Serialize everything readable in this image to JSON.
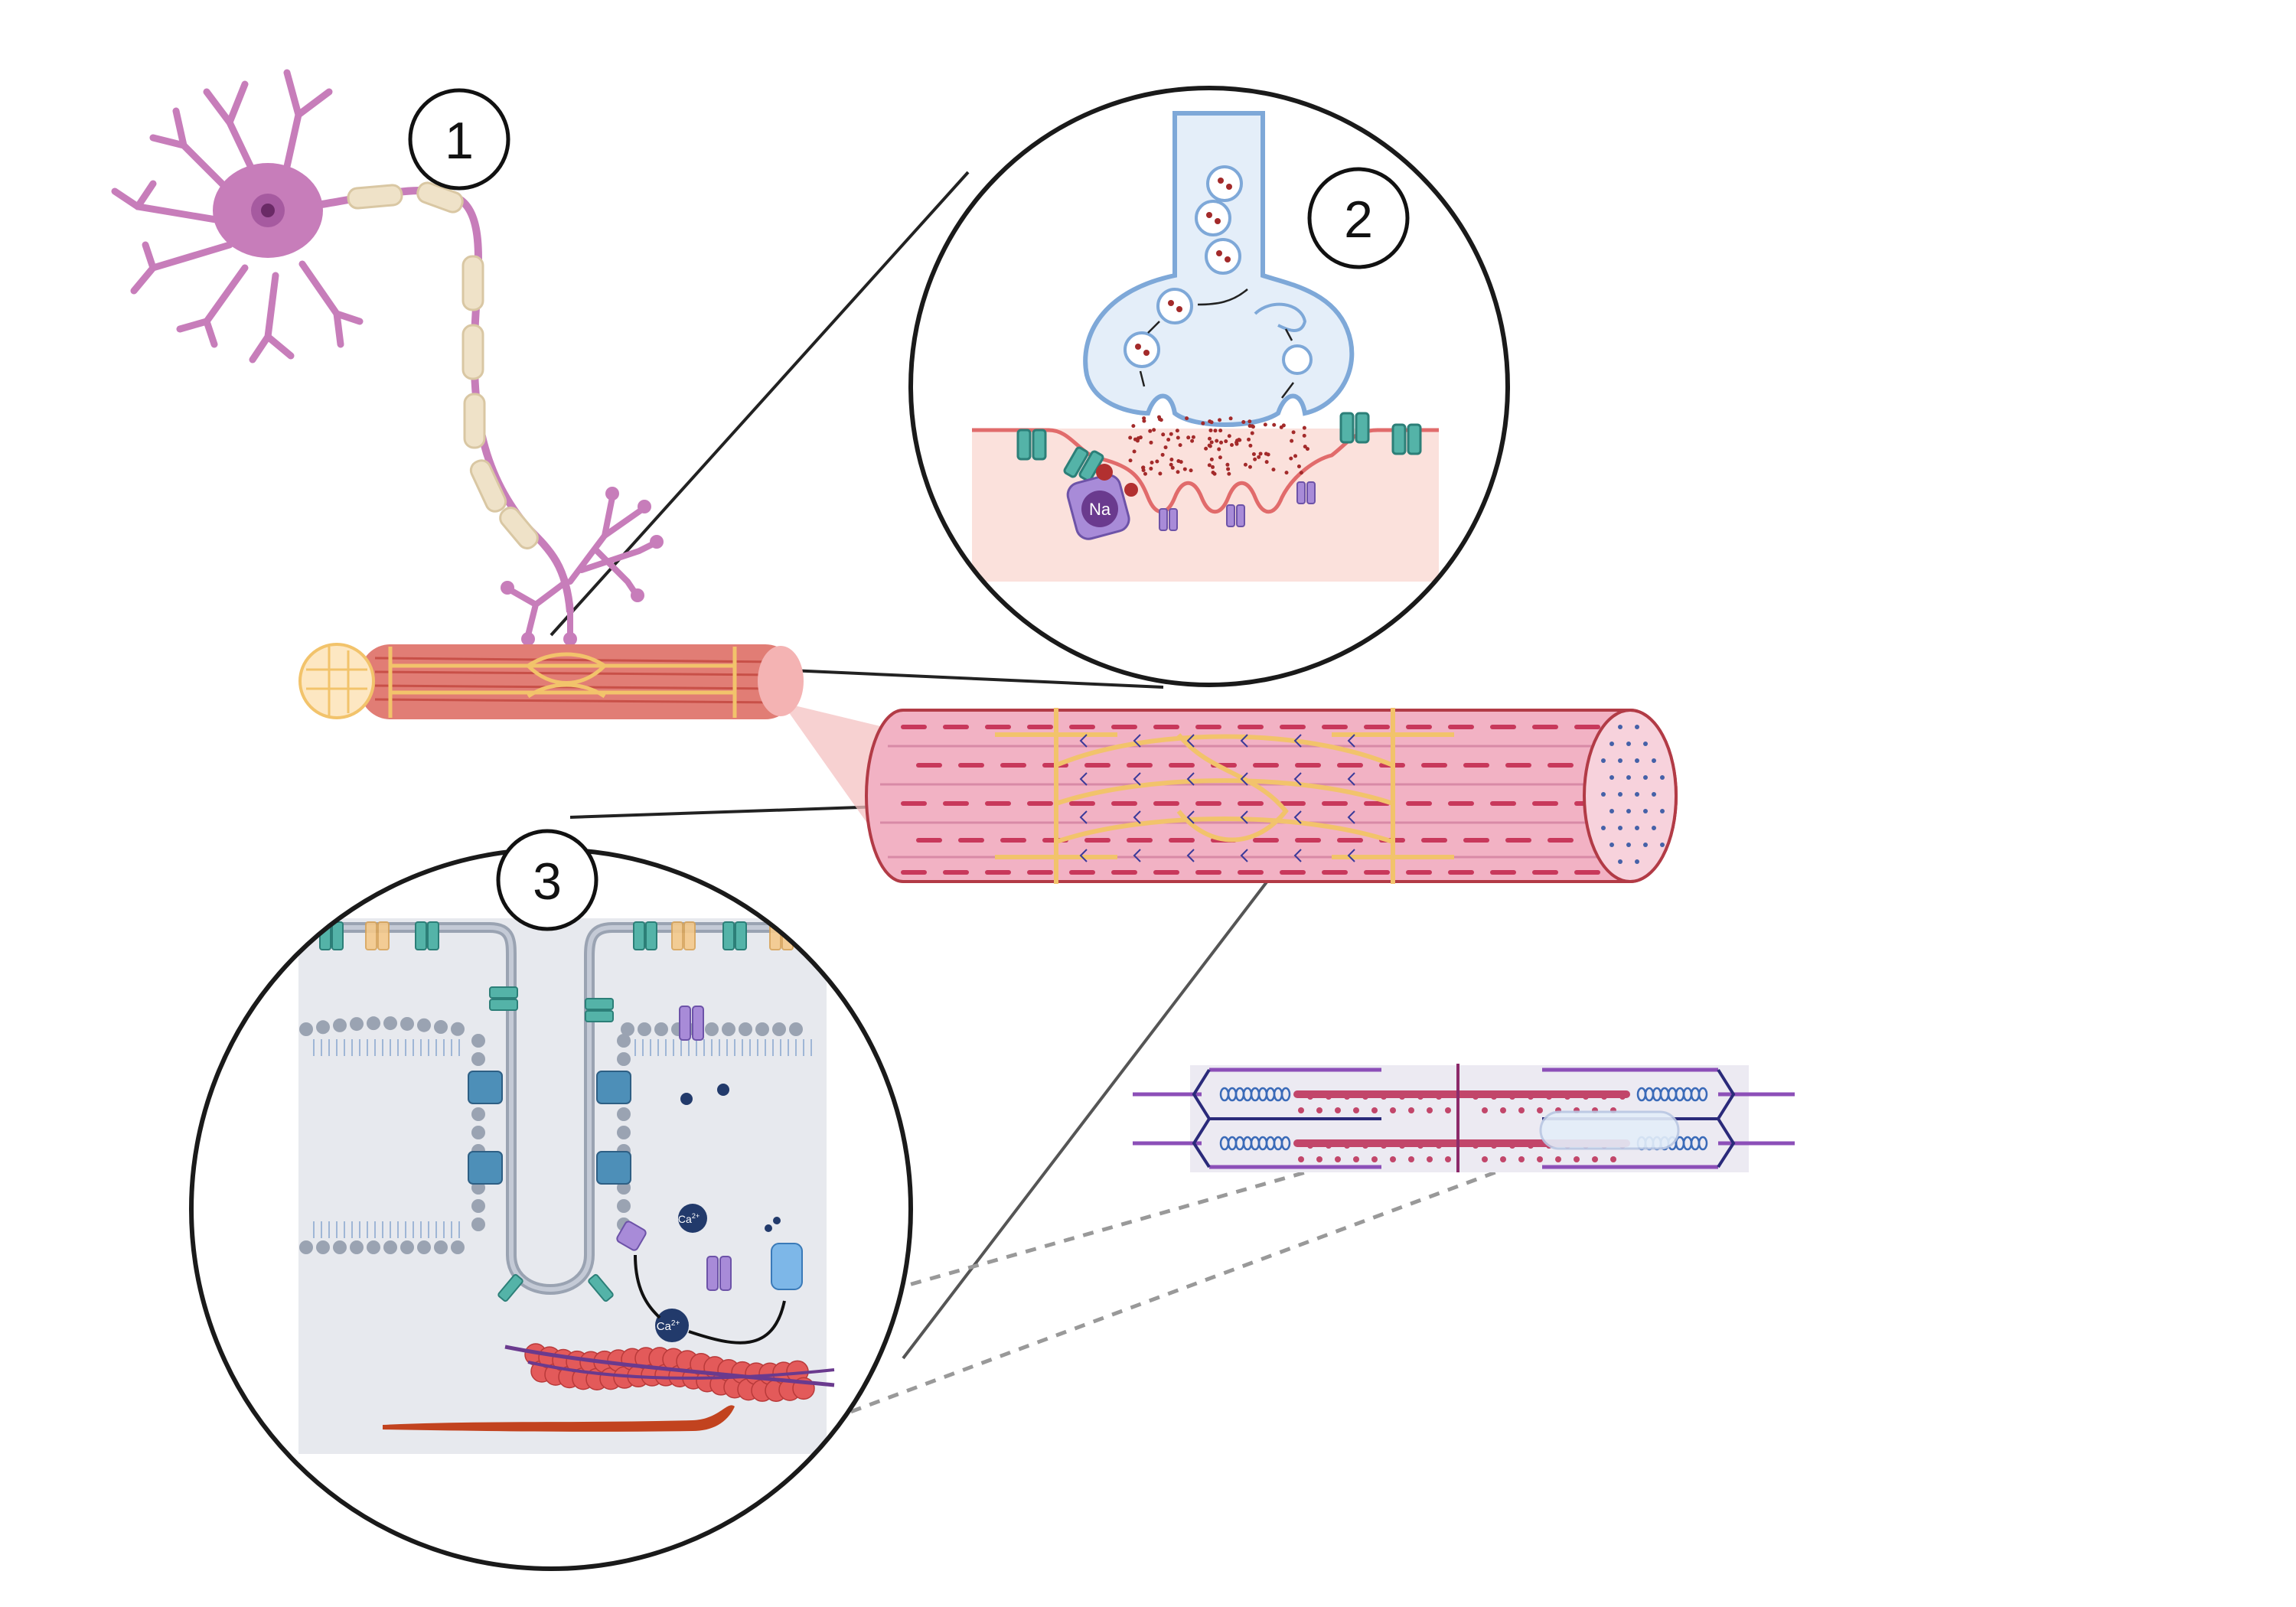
{
  "figure": {
    "step_labels": [
      "1",
      "2",
      "3"
    ],
    "ion_labels": {
      "sodium": "Na",
      "calcium_base": "Ca",
      "calcium_charge": "2+"
    }
  },
  "colors": {
    "neuron": "#c77dba",
    "neuron_dark": "#8e3a86",
    "myelin": "#efe2c8",
    "muscle": "#e17d75",
    "muscle_dark": "#b23b46",
    "fiber_pink": "#f2b2c4",
    "fiber_stripe": "#c8385b",
    "tubule": "#fde7c2",
    "tubule_line": "#f2c36b",
    "synapse_fill": "#e4eef9",
    "synapse_line": "#7ea8d8",
    "cleft_fill": "#fbe1dc",
    "postsyn_line": "#e16b6b",
    "receptor_teal": "#54b3a8",
    "channel_purple": "#a88bd8",
    "vesicle_dot": "#a32a2a",
    "cell_gray": "#e7e9ee",
    "sr_gray": "#9aa3b2",
    "calcium_navy": "#223a6b",
    "actin_red": "#e35a5a",
    "myosin_purple": "#6a3a8e",
    "sarcomere_purple": "#8c4fb8",
    "z_line_navy": "#2a2a7a"
  },
  "icons": {
    "neuron": "motor-neuron-icon",
    "fiber": "muscle-fiber-icon",
    "junction": "neuromuscular-junction-icon",
    "triad": "t-tubule-triad-icon",
    "sarcomere": "sarcomere-icon"
  }
}
